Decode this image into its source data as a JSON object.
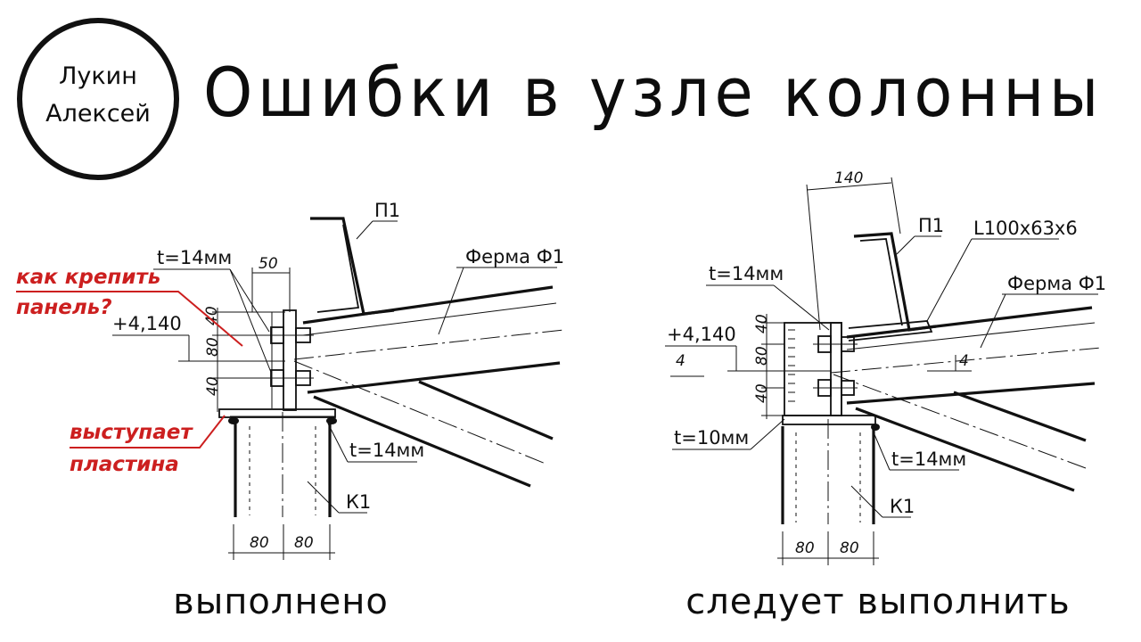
{
  "author": {
    "line1": "Лукин",
    "line2": "Алексей"
  },
  "title": "Ошибки в узле колонны",
  "left": {
    "caption": "выполнено",
    "panel_label": "П1",
    "truss_label": "Ферма Ф1",
    "column_label": "К1",
    "plate_thickness_top": "t=14мм",
    "plate_thickness_bottom": "t=14мм",
    "elevation": "+4,140",
    "dim_50": "50",
    "dim_40a": "40",
    "dim_80": "80",
    "dim_40b": "40",
    "dim_80_left": "80",
    "dim_80_right": "80",
    "note_panel_line1": "как крепить",
    "note_panel_line2": "панель?",
    "note_plate_line1": "выступает",
    "note_plate_line2": "пластина"
  },
  "right": {
    "caption": "следует выполнить",
    "panel_label": "П1",
    "angle_label": "L100x63x6",
    "truss_label": "Ферма Ф1",
    "column_label": "К1",
    "dim_140": "140",
    "plate_thickness_top": "t=14мм",
    "plate_thickness_mid": "t=10мм",
    "plate_thickness_bottom": "t=14мм",
    "elevation": "+4,140",
    "weld_4a": "4",
    "weld_4b": "4",
    "dim_40a": "40",
    "dim_80": "80",
    "dim_40b": "40",
    "dim_80_left": "80",
    "dim_80_right": "80"
  },
  "colors": {
    "ink": "#111111",
    "warning": "#cc1f1f"
  }
}
